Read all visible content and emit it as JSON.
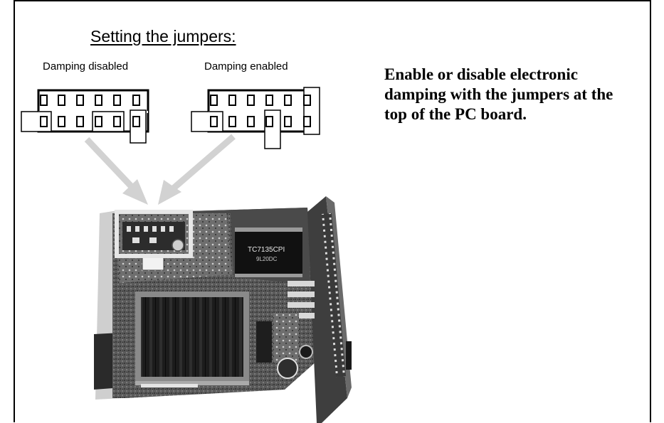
{
  "heading": "Setting the jumpers:",
  "jumper_settings": [
    {
      "label": "Damping disabled"
    },
    {
      "label": "Damping enabled"
    }
  ],
  "instruction": "Enable or disable electronic damping with the jumpers at the top of the PC board.",
  "board_chip_labels": [
    "TC7135CPI",
    "9L20DC"
  ],
  "colors": {
    "frame": "#000000",
    "arrow": "#d2d2d2",
    "highlight": "#e6e6e6"
  }
}
